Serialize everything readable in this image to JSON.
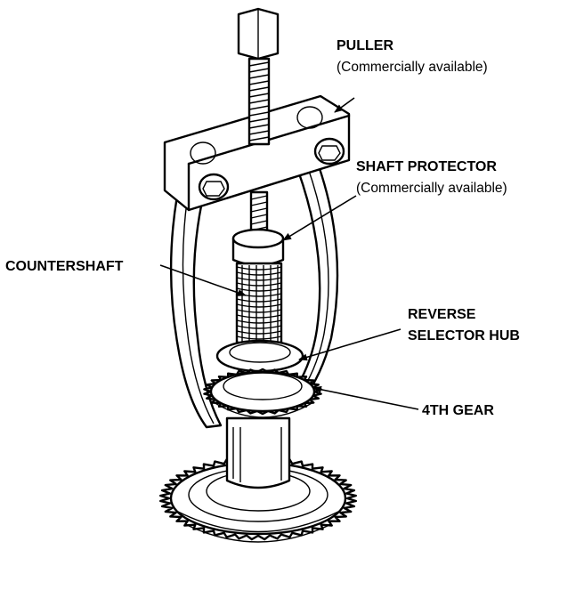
{
  "labels": {
    "puller": {
      "title": "PULLER",
      "note": "(Commercially available)"
    },
    "shaft_protector": {
      "title": "SHAFT PROTECTOR",
      "note": "(Commercially available)"
    },
    "countershaft": {
      "title": "COUNTERSHAFT"
    },
    "reverse_selector_hub": {
      "line1": "REVERSE",
      "line2": "SELECTOR HUB"
    },
    "fourth_gear": {
      "title": "4TH GEAR"
    }
  },
  "colors": {
    "ink": "#000000",
    "paper": "#ffffff"
  }
}
